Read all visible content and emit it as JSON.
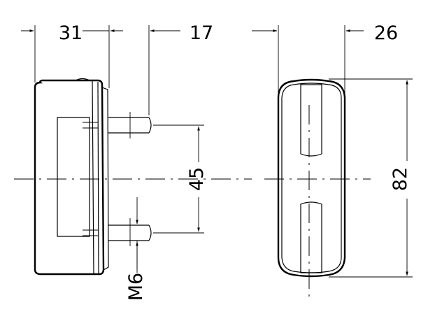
{
  "dimensions": {
    "side_width": "31",
    "stud_length": "17",
    "stud_spacing": "45",
    "thread": "M6",
    "front_width": "26",
    "height": "82"
  }
}
